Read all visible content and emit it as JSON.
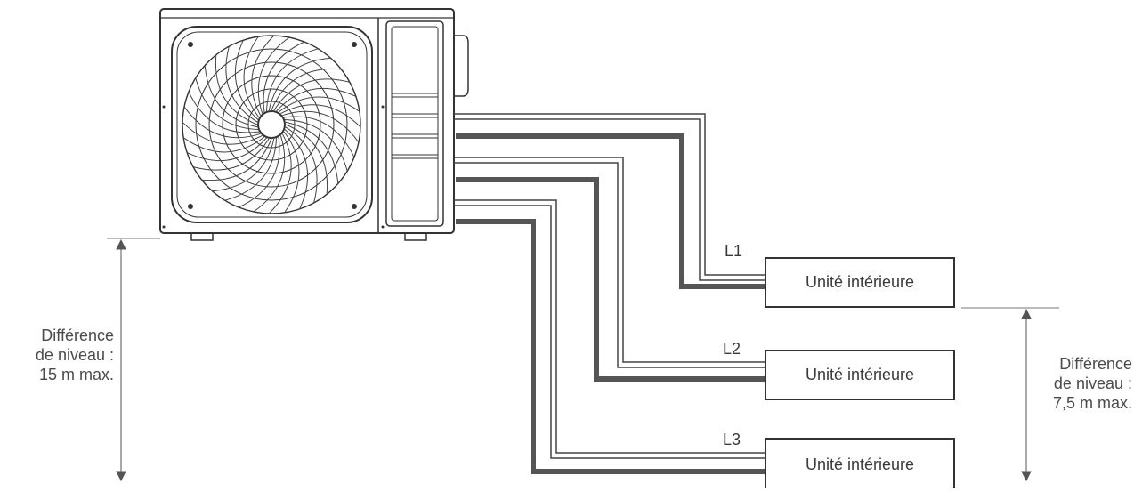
{
  "left_level": {
    "line1": "Différence",
    "line2": "de niveau :",
    "line3": "15 m max."
  },
  "right_level": {
    "line1": "Différence",
    "line2": "de niveau :",
    "line3": "7,5 m max."
  },
  "indoor_units": [
    {
      "label": "Unité intérieure",
      "pipe": "L1"
    },
    {
      "label": "Unité intérieure",
      "pipe": "L2"
    },
    {
      "label": "Unité intérieure",
      "pipe": "L3"
    }
  ],
  "colors": {
    "line": "#444444",
    "pipe_thick": "#555555",
    "text": "#4a4a4a"
  }
}
